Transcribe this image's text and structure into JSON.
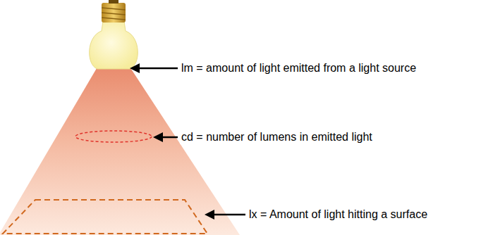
{
  "diagram": {
    "labels": [
      "lm  = amount of light emitted from a light source",
      "cd = number of lumens in emitted light",
      "lx = Amount of light hitting a surface"
    ]
  }
}
